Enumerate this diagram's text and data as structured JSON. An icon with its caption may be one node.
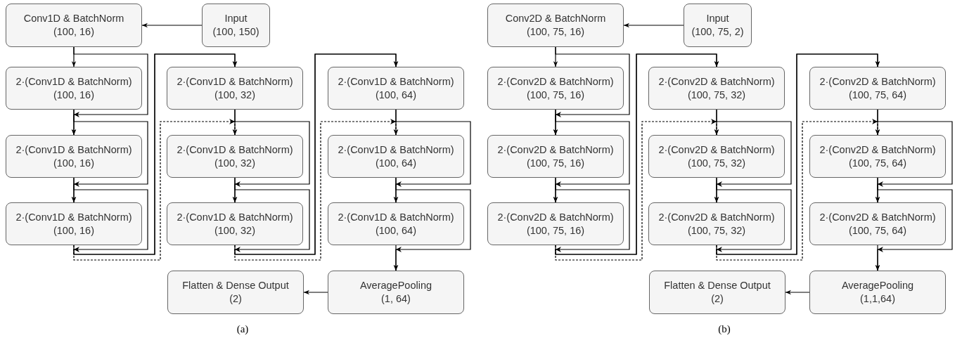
{
  "diagram": {
    "nodes": [
      {
        "text": [
          "Conv1D & BatchNorm",
          "(100, 16)"
        ]
      },
      {
        "text": [
          "Input",
          "(100, 150)"
        ]
      },
      {
        "text": [
          "2·(Conv1D & BatchNorm)",
          "(100, 16)"
        ]
      },
      {
        "text": [
          "2·(Conv1D & BatchNorm)",
          "(100, 32)"
        ]
      },
      {
        "text": [
          "2·(Conv1D & BatchNorm)",
          "(100, 64)"
        ]
      },
      {
        "text": [
          "2·(Conv1D & BatchNorm)",
          "(100, 16)"
        ]
      },
      {
        "text": [
          "2·(Conv1D & BatchNorm)",
          "(100, 32)"
        ]
      },
      {
        "text": [
          "2·(Conv1D & BatchNorm)",
          "(100, 64)"
        ]
      },
      {
        "text": [
          "2·(Conv1D & BatchNorm)",
          "(100, 16)"
        ]
      },
      {
        "text": [
          "2·(Conv1D & BatchNorm)",
          "(100, 32)"
        ]
      },
      {
        "text": [
          "2·(Conv1D & BatchNorm)",
          "(100, 64)"
        ]
      },
      {
        "text": [
          "Flatten & Dense Output",
          "(2)"
        ]
      },
      {
        "text": [
          "AveragePooling",
          "(1, 64)"
        ]
      },
      {
        "text": [
          "Conv2D & BatchNorm",
          "(100, 75, 16)"
        ]
      },
      {
        "text": [
          "Input",
          "(100, 75, 2)"
        ]
      },
      {
        "text": [
          "2·(Conv2D & BatchNorm)",
          "(100, 75, 16)"
        ]
      },
      {
        "text": [
          "2·(Conv2D & BatchNorm)",
          "(100, 75, 32)"
        ]
      },
      {
        "text": [
          "2·(Conv2D & BatchNorm)",
          "(100, 75, 64)"
        ]
      },
      {
        "text": [
          "2·(Conv2D & BatchNorm)",
          "(100, 75, 16)"
        ]
      },
      {
        "text": [
          "2·(Conv2D & BatchNorm)",
          "(100, 75, 32)"
        ]
      },
      {
        "text": [
          "2·(Conv2D & BatchNorm)",
          "(100, 75, 64)"
        ]
      },
      {
        "text": [
          "2·(Conv2D & BatchNorm)",
          "(100, 75, 16)"
        ]
      },
      {
        "text": [
          "2·(Conv2D & BatchNorm)",
          "(100, 75, 32)"
        ]
      },
      {
        "text": [
          "2·(Conv2D & BatchNorm)",
          "(100, 75, 64)"
        ]
      },
      {
        "text": [
          "Flatten & Dense Output",
          "(2)"
        ]
      },
      {
        "text": [
          "AveragePooling",
          "(1,1,64)"
        ]
      }
    ],
    "edges": [
      {
        "from": 1,
        "to": 0,
        "arrow": "to"
      },
      {
        "from": 0,
        "to": 2,
        "arrow": "to"
      },
      {
        "from": 0,
        "to": 5,
        "arrow": "to"
      },
      {
        "from": 2,
        "to": 5,
        "arrow": "to"
      },
      {
        "from": 2,
        "to": 8,
        "arrow": "to"
      },
      {
        "from": 5,
        "to": 8,
        "arrow": "to"
      },
      {
        "from": 5,
        "to": 3,
        "arrow": "to"
      },
      {
        "from": 8,
        "to": 3,
        "arrow": "to"
      },
      {
        "from": 8,
        "to": 6,
        "arrow": "to",
        "style": "dashed"
      },
      {
        "from": 3,
        "to": 6,
        "arrow": "to"
      },
      {
        "from": 3,
        "to": 9,
        "arrow": "to"
      },
      {
        "from": 6,
        "to": 9,
        "arrow": "to"
      },
      {
        "from": 6,
        "to": 4,
        "arrow": "to"
      },
      {
        "from": 9,
        "to": 4,
        "arrow": "to"
      },
      {
        "from": 9,
        "to": 7,
        "arrow": "to",
        "style": "dashed"
      },
      {
        "from": 4,
        "to": 7,
        "arrow": "to"
      },
      {
        "from": 4,
        "to": 10,
        "arrow": "to"
      },
      {
        "from": 7,
        "to": 10,
        "arrow": "to"
      },
      {
        "from": 7,
        "to": 12,
        "arrow": "to"
      },
      {
        "from": 10,
        "to": 12,
        "arrow": "to"
      },
      {
        "from": 12,
        "to": 11,
        "arrow": "to"
      },
      {
        "from": 14,
        "to": 13,
        "arrow": "to"
      },
      {
        "from": 13,
        "to": 15,
        "arrow": "to"
      },
      {
        "from": 13,
        "to": 18,
        "arrow": "to"
      },
      {
        "from": 15,
        "to": 18,
        "arrow": "to"
      },
      {
        "from": 15,
        "to": 21,
        "arrow": "to"
      },
      {
        "from": 18,
        "to": 21,
        "arrow": "to"
      },
      {
        "from": 18,
        "to": 16,
        "arrow": "to"
      },
      {
        "from": 21,
        "to": 16,
        "arrow": "to"
      },
      {
        "from": 21,
        "to": 19,
        "arrow": "to",
        "style": "dashed"
      },
      {
        "from": 16,
        "to": 19,
        "arrow": "to"
      },
      {
        "from": 16,
        "to": 22,
        "arrow": "to"
      },
      {
        "from": 19,
        "to": 22,
        "arrow": "to"
      },
      {
        "from": 19,
        "to": 17,
        "arrow": "to"
      },
      {
        "from": 22,
        "to": 17,
        "arrow": "to"
      },
      {
        "from": 22,
        "to": 20,
        "arrow": "to",
        "style": "dashed"
      },
      {
        "from": 17,
        "to": 20,
        "arrow": "to"
      },
      {
        "from": 17,
        "to": 23,
        "arrow": "to"
      },
      {
        "from": 20,
        "to": 23,
        "arrow": "to"
      },
      {
        "from": 20,
        "to": 25,
        "arrow": "to"
      },
      {
        "from": 23,
        "to": 25,
        "arrow": "to"
      },
      {
        "from": 25,
        "to": 24,
        "arrow": "to"
      }
    ],
    "labels": [
      "(a)",
      "(b)"
    ]
  }
}
